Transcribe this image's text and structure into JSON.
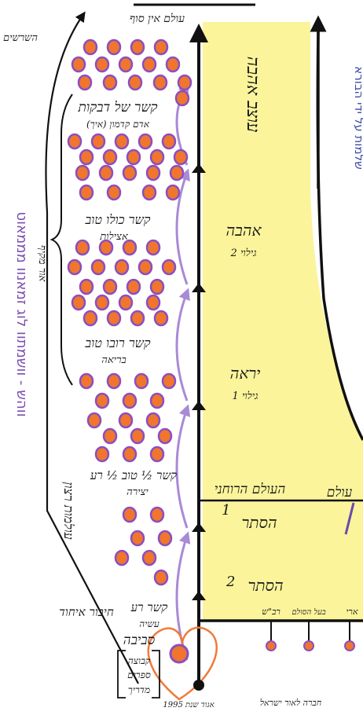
{
  "top_left": "השרשים",
  "right_vertical_label": "שלמות על ידי הבורא",
  "left_vertical_label": "ווהש - וושמתוו לוג זמאנוו מממאוט",
  "top_label": "עולם אין סוף",
  "left_column": {
    "levels": [
      {
        "title": "קשר של דבקות",
        "subtitle": "אדם קדמון (איך)"
      },
      {
        "title": "קשר כולו טוב",
        "subtitle": "אצילות"
      },
      {
        "title": "קשר רובו טוב",
        "subtitle": "בריאה"
      },
      {
        "title": "קשר ½ טוב ½ רע",
        "subtitle": "יצירה"
      },
      {
        "title": "קשר רע",
        "subtitle": "עשיה"
      }
    ],
    "brace_label": "אור מקיף",
    "side_note": "עולמות רצון",
    "side_note2": "חיבור איחוד"
  },
  "right_column": {
    "yellow_sections": [
      {
        "title": "עוצב אהבה"
      },
      {
        "title": "אהבה",
        "subtitle": "גילוי 2"
      },
      {
        "title": "יראה",
        "subtitle": "גילוי 1"
      }
    ],
    "spiritual_world_label": "העולם הרוחני",
    "world_label": "עולם",
    "hiding": [
      {
        "title": "הסתר",
        "number": "1"
      },
      {
        "title": "הסתר",
        "number": "2"
      }
    ],
    "bottom_points": [
      {
        "label": "רב\"ש"
      },
      {
        "label": "בעל הסולם"
      },
      {
        "label": "ארי"
      }
    ]
  },
  "bottom_left": {
    "circle_label": "סביבה",
    "bracket_items": [
      "קבוצה",
      "ספרים",
      "מדריך"
    ]
  },
  "heart_label": "אגוד שנת 1995",
  "bottom_note": "חברה לאור ישראל",
  "colors": {
    "yellow": "#fbf49b",
    "seed_fill": "#f0762e",
    "seed_outline": "#8a4fc0",
    "purple": "#a98ad6",
    "heart": "#f07a3a",
    "line": "#111111",
    "label_purple": "#7a4fb0",
    "label_blue": "#3c4aa8"
  }
}
